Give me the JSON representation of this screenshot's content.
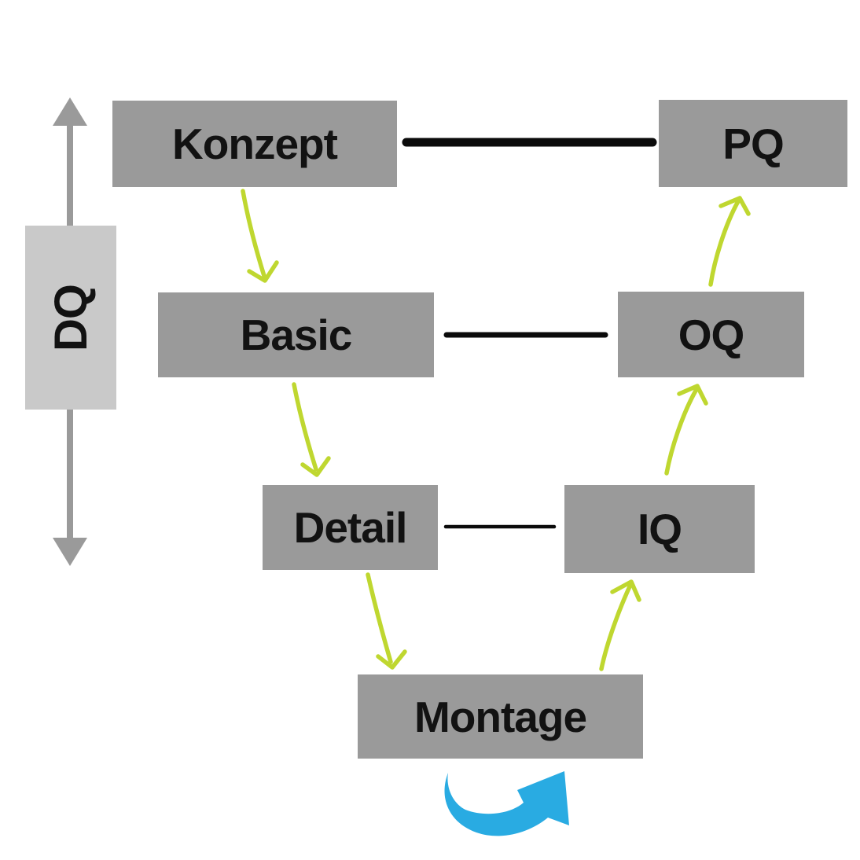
{
  "colors": {
    "background": "#ffffff",
    "box_gray": "#9a9a9a",
    "dq_box_gray": "#c9c9c9",
    "arrow_gray": "#9a9a9a",
    "accent_yellow": "#bfd730",
    "accent_blue": "#29abe2",
    "line_black": "#0b0b0b",
    "text": "#121212"
  },
  "nodes": {
    "konzept": {
      "label": "Konzept"
    },
    "basic": {
      "label": "Basic"
    },
    "detail": {
      "label": "Detail"
    },
    "montage": {
      "label": "Montage"
    },
    "iq": {
      "label": "IQ"
    },
    "oq": {
      "label": "OQ"
    },
    "pq": {
      "label": "PQ"
    },
    "dq": {
      "label": "DQ"
    }
  },
  "connections": {
    "downward_arrows": [
      {
        "from": "Konzept",
        "to": "Basic",
        "color": "#bfd730"
      },
      {
        "from": "Basic",
        "to": "Detail",
        "color": "#bfd730"
      },
      {
        "from": "Detail",
        "to": "Montage",
        "color": "#bfd730"
      }
    ],
    "upward_arrows": [
      {
        "from": "Montage",
        "to": "IQ",
        "color": "#bfd730"
      },
      {
        "from": "IQ",
        "to": "OQ",
        "color": "#bfd730"
      },
      {
        "from": "OQ",
        "to": "PQ",
        "color": "#bfd730"
      }
    ],
    "horizontal_links": [
      {
        "from": "Konzept",
        "to": "PQ",
        "line_weight": "thick"
      },
      {
        "from": "Basic",
        "to": "OQ",
        "line_weight": "medium"
      },
      {
        "from": "Detail",
        "to": "IQ",
        "line_weight": "thin"
      }
    ],
    "blue_curved_arrow": {
      "location": "below Montage",
      "direction": "up-right",
      "color": "#29abe2"
    },
    "dq_double_arrow": {
      "label": "DQ",
      "orientation": "vertical",
      "color": "#9a9a9a"
    }
  }
}
